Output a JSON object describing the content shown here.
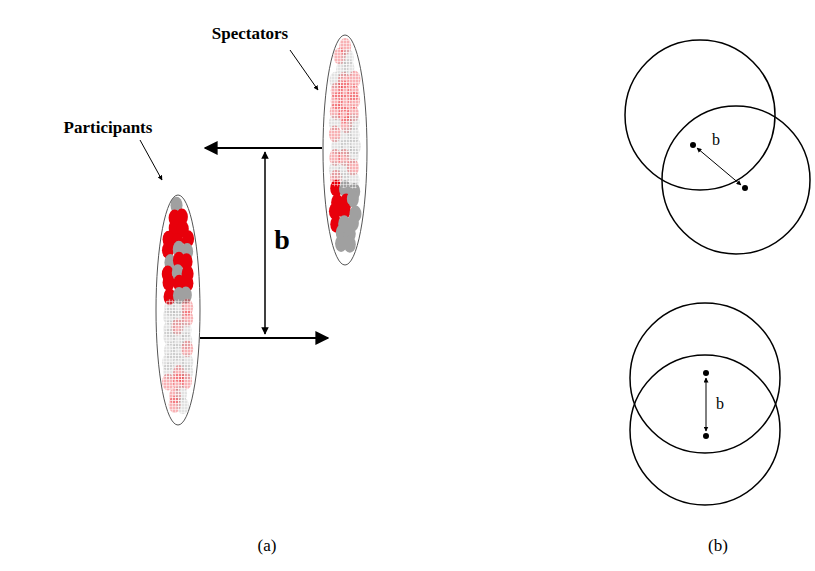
{
  "diagram": {
    "labels": [
      "Spectators",
      "Participants",
      "b",
      "b",
      "b",
      "(a)",
      "(b)"
    ]
  }
}
